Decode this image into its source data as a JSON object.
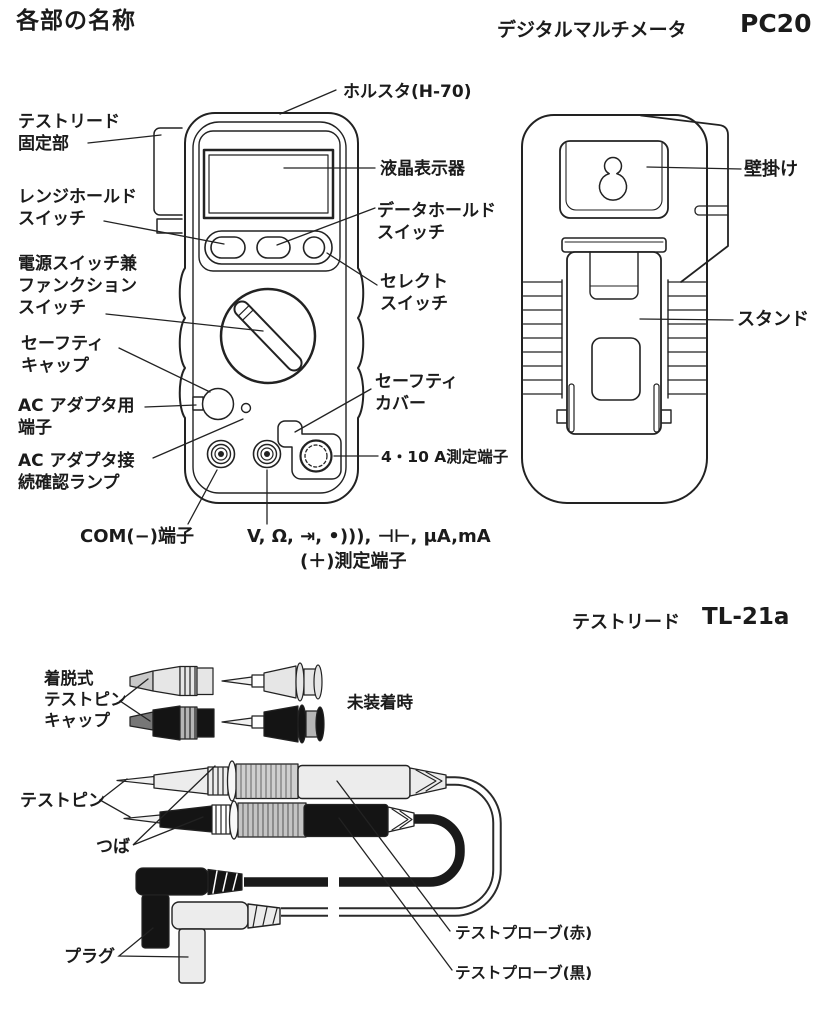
{
  "header": {
    "title": "各部の名称",
    "product": "デジタルマルチメータ",
    "model": "PC20"
  },
  "front": {
    "holster": "ホルスタ(H-70)",
    "lead_holder": "テストリード\n固定部",
    "range_hold": "レンジホールド\nスイッチ",
    "power_function": "電源スイッチ兼\nファンクション\nスイッチ",
    "safety_cap": "セーフティ\nキャップ",
    "ac_adapter_terminal": "AC アダプタ用\n端子",
    "ac_adapter_lamp": "AC アダプタ接\n続確認ランプ",
    "lcd": "液晶表示器",
    "data_hold": "データホールド\nスイッチ",
    "select": "セレクト\nスイッチ",
    "safety_cover": "セーフティ\nカバー",
    "current_terminal": "4・10 A測定端子",
    "com_terminal": "COM(−)端子",
    "plus_terminal_symbols": "V, Ω, ⇥, •))), ⊣⊢, μA,mA",
    "plus_terminal": "(＋)測定端子"
  },
  "back": {
    "wall_mount": "壁掛け",
    "stand": "スタンド"
  },
  "leads": {
    "product": "テストリード",
    "model": "TL-21a",
    "pin_cap": "着脱式\nテストピン\nキャップ",
    "unattached": "未装着時",
    "test_pin": "テストピン",
    "collar": "つば",
    "plug": "プラグ",
    "probe_red": "テストプローブ(赤)",
    "probe_black": "テストプローブ(黒)"
  },
  "colors": {
    "ink": "#1c1c1c",
    "fill_light": "#ececec",
    "fill_dark": "#111111",
    "background": "#ffffff"
  }
}
